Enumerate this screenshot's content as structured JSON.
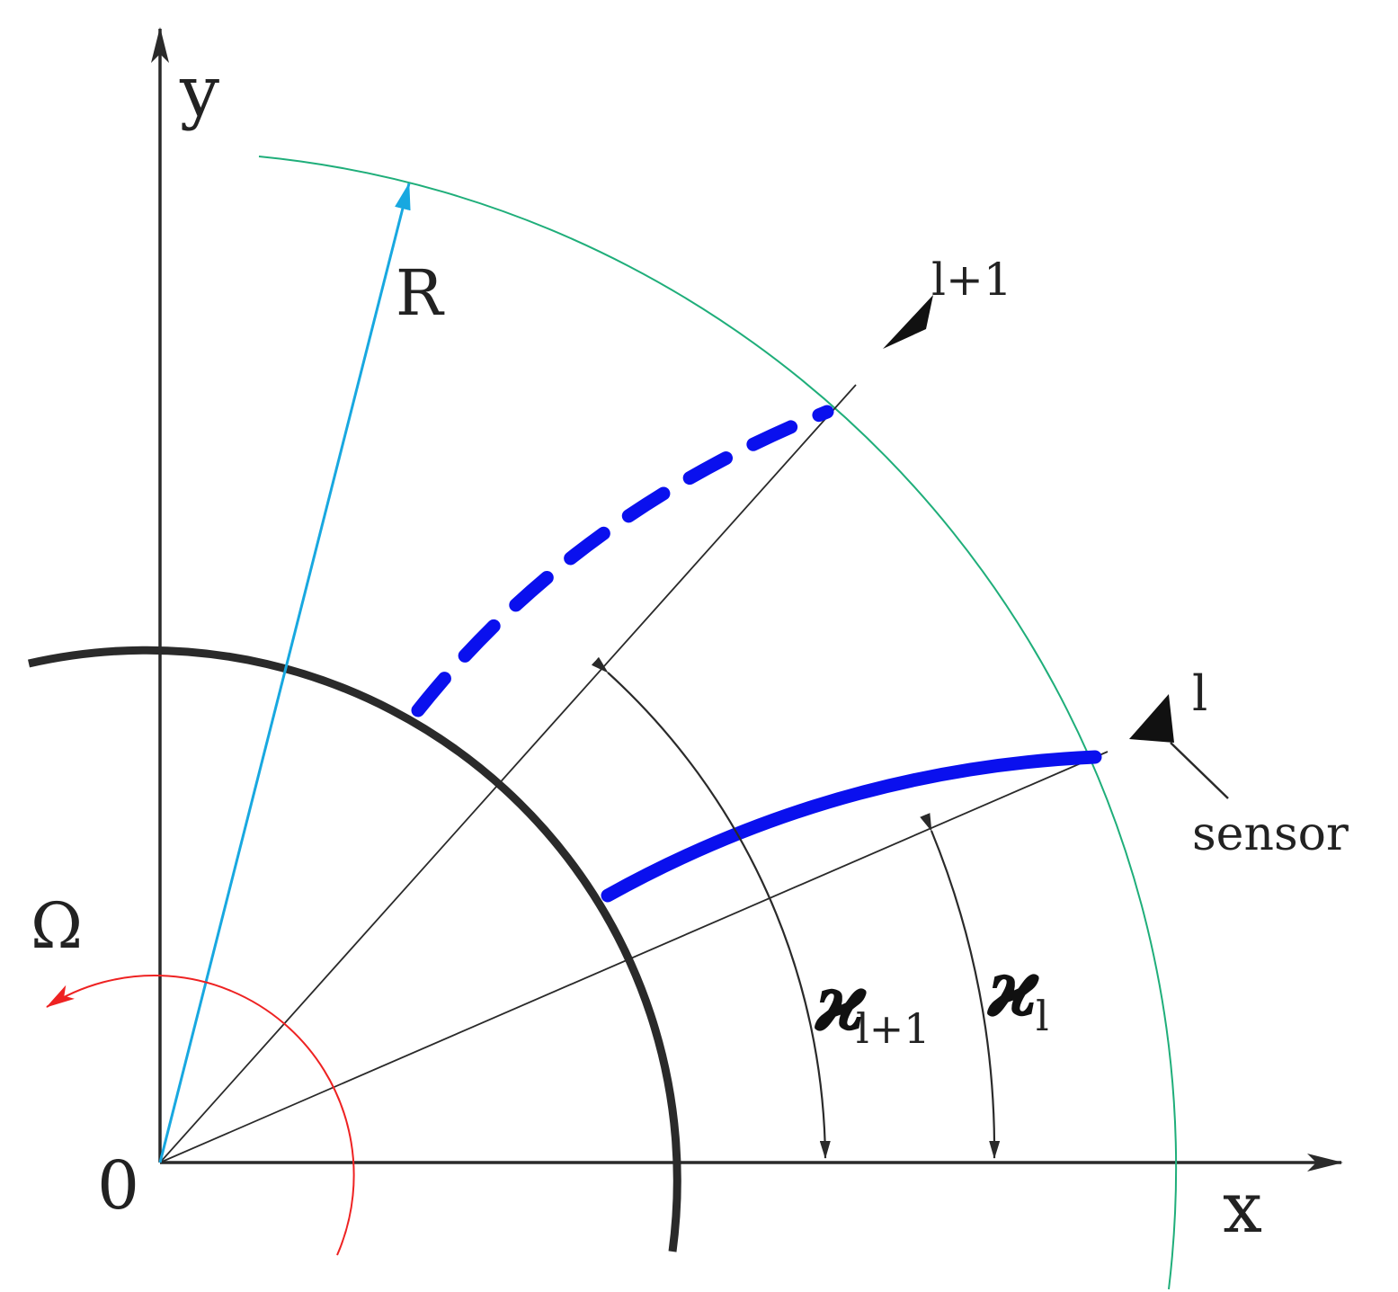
{
  "labels": {
    "y_axis": "y",
    "x_axis": "x",
    "origin": "0",
    "radius": "R",
    "omega": "Ω",
    "sensor_next_index": "l+1",
    "sensor_index": "l",
    "sensor": "sensor",
    "angle_next_symbol": "ϰ",
    "angle_next_sub": "l+1",
    "angle_symbol": "ϰ",
    "angle_sub": "l"
  },
  "colors": {
    "axes": "#2a2a2a",
    "rotor_arc": "#2a2a2a",
    "outer_circle": "#1fae7a",
    "radius_arrow": "#18a8e0",
    "blade": "#0a10ee",
    "rotation_arrow": "#ee2222",
    "sensor_marker": "#111111"
  },
  "icons": {
    "sensor_marker": "filled-triangle"
  }
}
